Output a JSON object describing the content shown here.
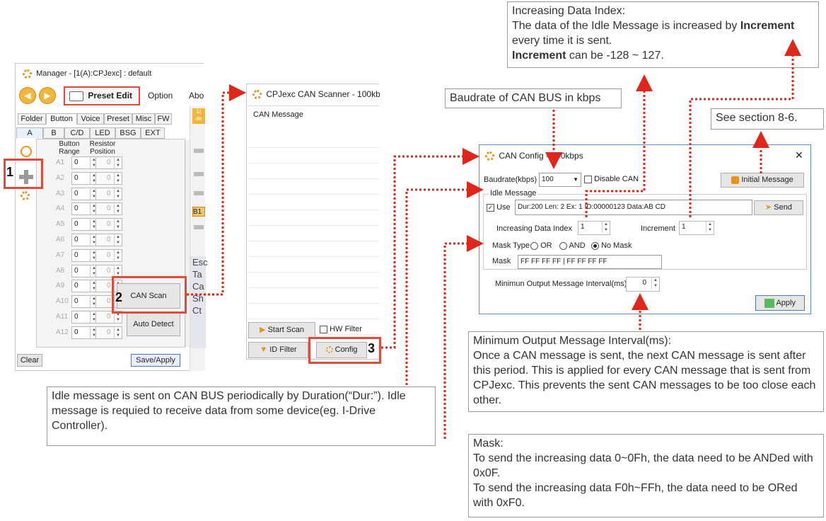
{
  "manager": {
    "title": "Manager - [1(A):CPJexc] : default",
    "preset_edit": "Preset Edit",
    "menu_option": "Option",
    "menu_about": "Abo",
    "tabs_top": [
      "Folder",
      "Button",
      "Voice",
      "Preset",
      "Misc",
      "FW"
    ],
    "tabs_sub": [
      "A",
      "B",
      "C/D",
      "LED",
      "BSG",
      "EXT"
    ],
    "col_button_range": "Button Range",
    "col_resistor_position": "Resistor Position",
    "rows": [
      "A1",
      "A2",
      "A3",
      "A4",
      "A5",
      "A6",
      "A7",
      "A8",
      "A9",
      "A10",
      "A11",
      "A12"
    ],
    "spin_value": "0",
    "can_scan": "CAN Scan",
    "auto_detect": "Auto Detect",
    "clear": "Clear",
    "save_apply": "Save/Apply",
    "side_label_1": "B1",
    "side_frag_1": "1(",
    "side_frag_2": "de",
    "side_text": [
      "Esc",
      "Ta",
      "Ca",
      "Sh",
      "Ct"
    ]
  },
  "scanner": {
    "title": "CPJexc CAN Scanner - 100kb",
    "list_header": "CAN Message",
    "start_scan": "Start Scan",
    "hw_filter": "HW Filter",
    "id_filter": "ID Filter",
    "config": "Config"
  },
  "config": {
    "title": "CAN Config - 100kbps",
    "baudrate_label": "Baudrate(kbps)",
    "baudrate_value": "100",
    "disable_can": "Disable CAN",
    "initial_message": "Initial Message",
    "idle_group": "Idle Message",
    "use_label": "Use",
    "message": "Dur:200 Len: 2 Ex: 1 ID:00000123 Data:AB CD",
    "send": "Send",
    "inc_index_label": "Increasing Data Index",
    "inc_index_value": "1",
    "increment_label": "Increment",
    "increment_value": "1",
    "mask_type_label": "Mask Type",
    "mask_or": "OR",
    "mask_and": "AND",
    "mask_none": "No Mask",
    "mask_label": "Mask",
    "mask_value": "FF FF FF FF | FF FF FF FF",
    "interval_label": "Minimun Output Message Interval(ms)",
    "interval_value": "0",
    "apply": "Apply"
  },
  "steps": [
    "1",
    "2",
    "3"
  ],
  "notes": {
    "inc_title": "Increasing Data Index:",
    "inc_line1a": "The data of the Idle Message is increased by ",
    "inc_line1b": "Increment",
    "inc_line2": "every time it is sent.",
    "inc_line3a": "Increment",
    "inc_line3b": " can be -128 ~ 127.",
    "baudrate": "Baudrate of CAN BUS in kbps",
    "see_section": "See section 8-6.",
    "interval_title": "Minimum Output Message Interval(ms):",
    "interval_body": "Once a CAN message is sent, the next CAN message is  sent after this period. This is applied for every CAN message that is sent from CPJexc. This prevents the sent CAN messages to be too close each other.",
    "idle": "Idle message is sent on CAN BUS periodically by Duration(“Dur:”). Idle message is requied to receive data from some device(eg. I-Drive Controller).",
    "mask_title": "Mask:",
    "mask_line1": "To send the increasing data 0~0Fh, the data need to be ANDed with 0x0F.",
    "mask_line2": "To send the increasing data F0h~FFh, the data need to be ORed with 0xF0."
  },
  "colors": {
    "annotation_red": "#e04c3c",
    "connector_red": "#e0251a",
    "gear_orange": "#e8941c"
  }
}
